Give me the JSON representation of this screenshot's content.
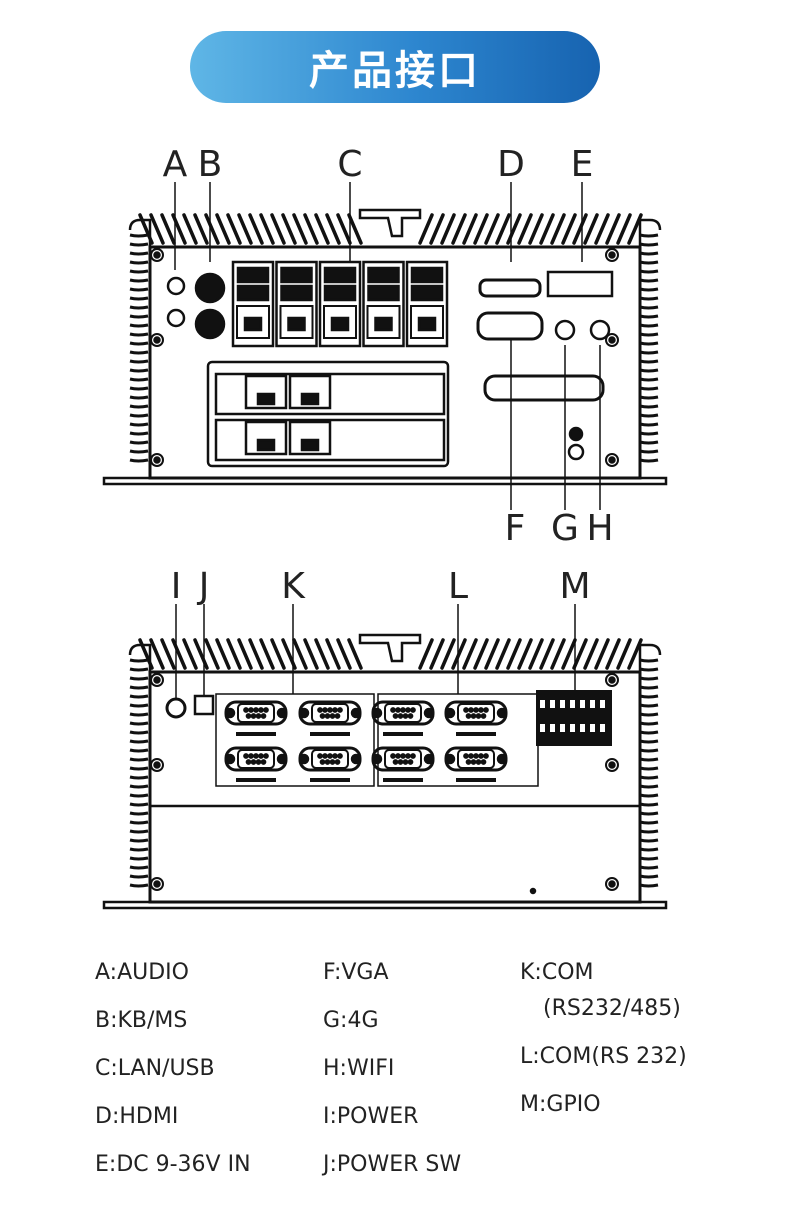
{
  "header": {
    "title": "产品接口",
    "gradient": [
      "#5fb6e6",
      "#1763b0"
    ]
  },
  "diagram_front": {
    "labels": [
      "A",
      "B",
      "C",
      "D",
      "E",
      "F",
      "G",
      "H"
    ]
  },
  "diagram_rear": {
    "labels": [
      "I",
      "J",
      "K",
      "L",
      "M"
    ]
  },
  "legend": {
    "col1": [
      "A:AUDIO",
      "B:KB/MS",
      "C:LAN/USB",
      "D:HDMI",
      "E:DC 9-36V IN"
    ],
    "col2": [
      "F:VGA",
      "G:4G",
      "H:WIFI",
      "I:POWER",
      "J:POWER SW"
    ],
    "col3": [
      "K:COM",
      "(RS232/485)",
      "L:COM(RS 232)",
      "M:GPIO"
    ]
  }
}
